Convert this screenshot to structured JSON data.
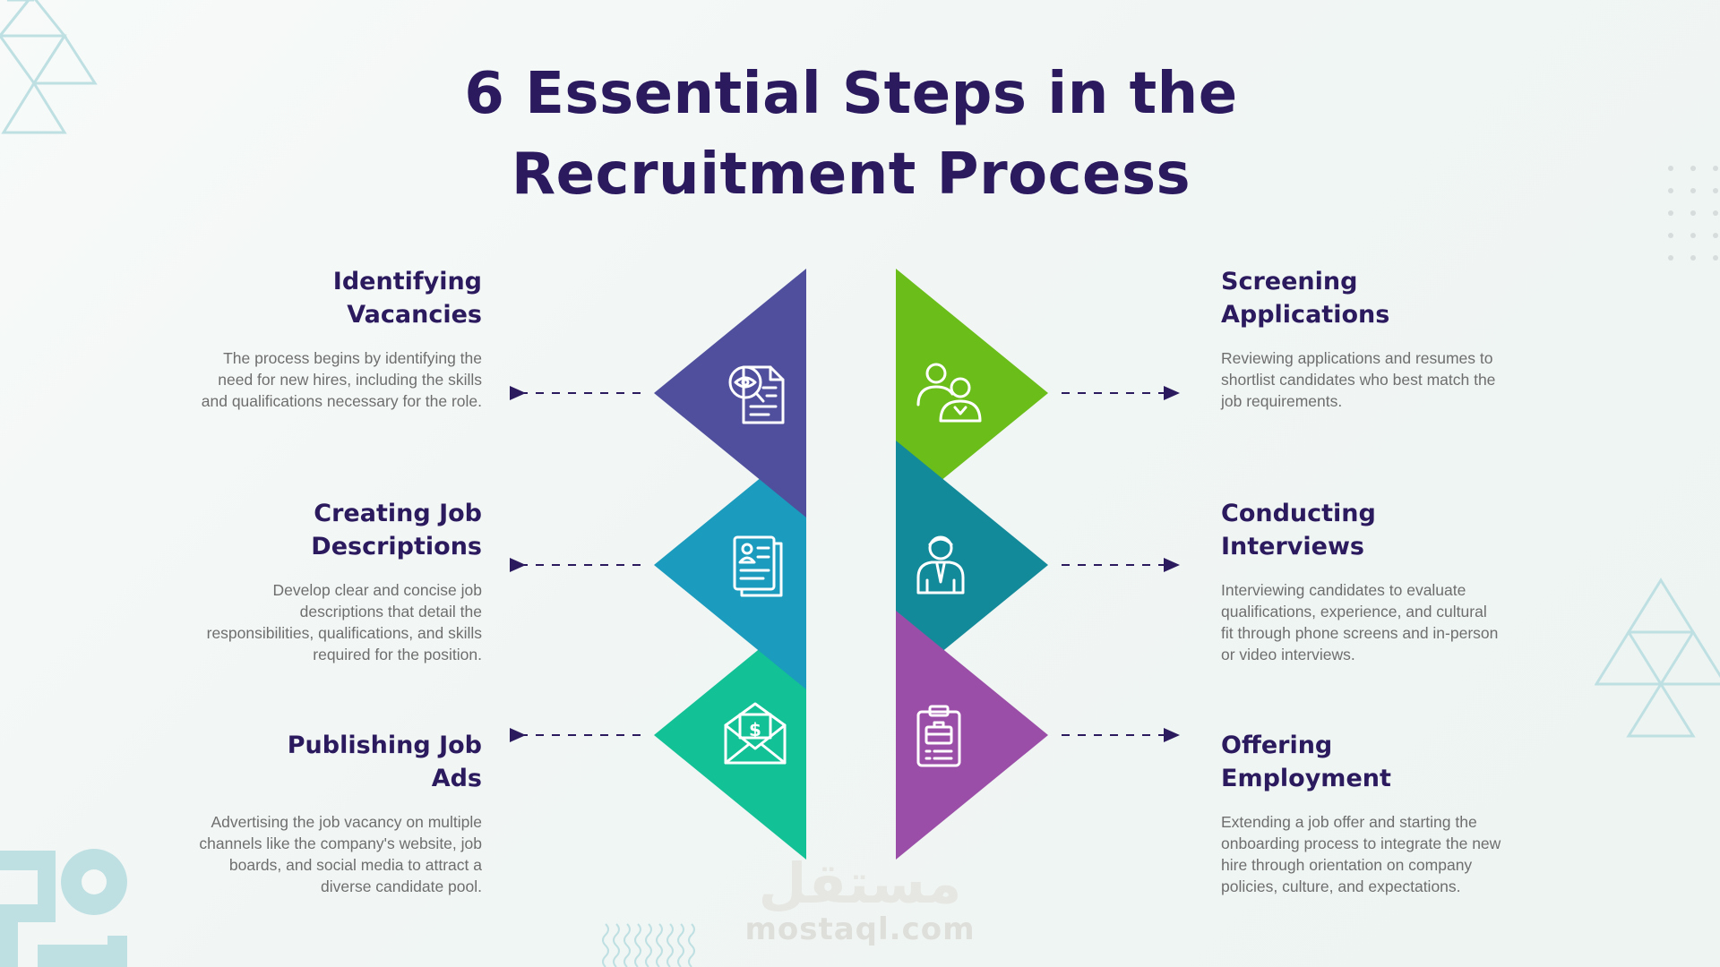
{
  "title": {
    "line1": "6 Essential Steps in the",
    "line2": "Recruitment Process"
  },
  "steps": [
    {
      "title_line1": "Identifying",
      "title_line2": "Vacancies",
      "desc": [
        "The process begins by identifying the",
        "need for new hires, including the skills",
        "and qualifications necessary for the role."
      ],
      "color": "#4f4f9d",
      "icon": "document-eye-icon"
    },
    {
      "title_line1": "Creating Job",
      "title_line2": "Descriptions",
      "desc": [
        "Develop clear and concise job",
        "descriptions that detail the",
        "responsibilities, qualifications, and skills",
        "required for the position."
      ],
      "color": "#1b9bbd",
      "icon": "profile-document-icon"
    },
    {
      "title_line1": "Publishing Job",
      "title_line2": "Ads",
      "desc": [
        "Advertising the job vacancy on multiple",
        "channels like the company's website, job",
        "boards, and social media to attract a",
        "diverse candidate pool."
      ],
      "color": "#12c196",
      "icon": "envelope-money-icon"
    },
    {
      "title_line1": "Screening",
      "title_line2": "Applications",
      "desc": [
        "Reviewing applications and resumes to",
        "shortlist candidates who best match the",
        "job requirements."
      ],
      "color": "#6bbd1a",
      "icon": "people-icon"
    },
    {
      "title_line1": "Conducting",
      "title_line2": "Interviews",
      "desc": [
        "Interviewing candidates to evaluate",
        "qualifications, experience, and cultural",
        "fit through phone screens and in-person",
        "or video interviews."
      ],
      "color": "#138a9a",
      "icon": "businessman-icon"
    },
    {
      "title_line1": "Offering",
      "title_line2": "Employment",
      "desc": [
        "Extending a job offer and starting the",
        "onboarding process to integrate the new",
        "hire through orientation on company",
        "policies, culture, and expectations."
      ],
      "color": "#9b4ea7",
      "icon": "clipboard-briefcase-icon"
    }
  ],
  "watermark": {
    "arabic": "مستقل",
    "latin": "mostaql.com"
  },
  "colors": {
    "heading": "#2b1a5e",
    "body_text": "#6e6e6e",
    "arrow": "#2b1a5e",
    "decor": "#b8dde2"
  }
}
